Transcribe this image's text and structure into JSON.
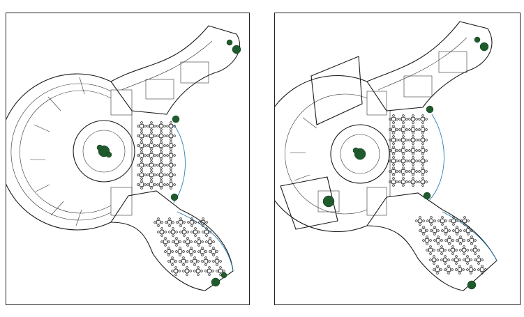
{
  "drawing": {
    "sheets": [
      {
        "id": "left",
        "variant": "ground-floor"
      },
      {
        "id": "right",
        "variant": "upper-floor"
      }
    ],
    "colors": {
      "line": "#1a1a1a",
      "accent_arc": "#2f7fb0",
      "planting": "#1f5b2c",
      "paper": "#ffffff"
    },
    "icons": [
      "tree-cluster-icon",
      "dining-table-set-icon",
      "circular-atrium-icon"
    ]
  }
}
